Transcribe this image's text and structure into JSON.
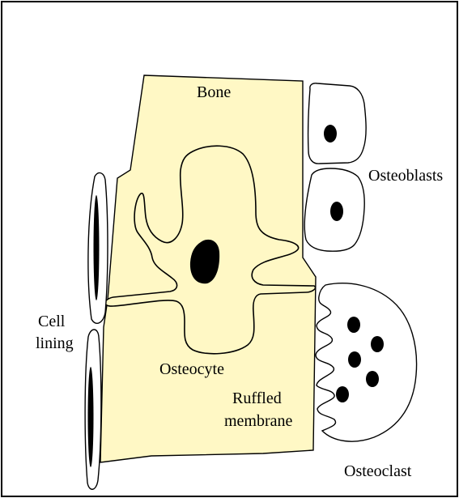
{
  "diagram": {
    "labels": {
      "bone": "Bone",
      "osteoblasts": "Osteoblasts",
      "cell_lining_line1": "Cell",
      "cell_lining_line2": "lining",
      "osteocyte": "Osteocyte",
      "ruffled_line1": "Ruffled",
      "ruffled_line2": "membrane",
      "osteoclast": "Osteoclast"
    },
    "colors": {
      "bone_fill": "#FFF8C5",
      "outline": "#000000",
      "background": "#FFFFFF",
      "frame": "#000000"
    }
  }
}
